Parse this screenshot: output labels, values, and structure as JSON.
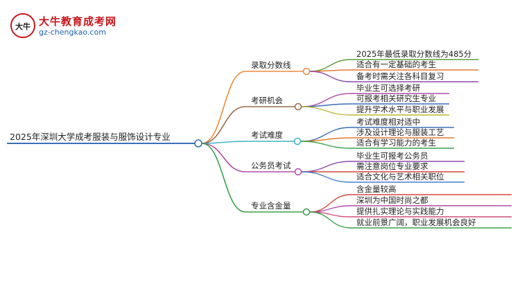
{
  "logo": {
    "title": "大牛教育成考网",
    "url": "gz-chengkao.com",
    "mark_text": "大牛"
  },
  "root": {
    "label": "2025年深圳大学成考服装与服饰设计专业",
    "color": "#3b6fb6"
  },
  "branches": [
    {
      "label": "录取分数线",
      "color": "#ee8a3c",
      "children": [
        {
          "label": "2025年最低录取分数线为485分",
          "color": "#5a9e3a"
        },
        {
          "label": "适合有一定基础的考生",
          "color": "#e27a2f"
        },
        {
          "label": "备考时需关注各科目复习",
          "color": "#8e4aa8"
        }
      ]
    },
    {
      "label": "考研机会",
      "color": "#9a6a4a",
      "children": [
        {
          "label": "毕业生可选择考研",
          "color": "#b04aa8"
        },
        {
          "label": "可报考相关研究生专业",
          "color": "#3b6fb6"
        },
        {
          "label": "提升学术水平与职业发展",
          "color": "#b8b830"
        }
      ]
    },
    {
      "label": "考试难度",
      "color": "#3cb4c4",
      "children": [
        {
          "label": "考试难度相对适中",
          "color": "#3b6fb6"
        },
        {
          "label": "涉及设计理论与服装工艺",
          "color": "#e27a2f"
        },
        {
          "label": "适合有学习能力的考生",
          "color": "#3aa04a"
        }
      ]
    },
    {
      "label": "公务员考试",
      "color": "#b04aa8",
      "children": [
        {
          "label": "毕业生可报考公务员",
          "color": "#8e4aa8"
        },
        {
          "label": "需注意岗位专业要求",
          "color": "#d0463a"
        },
        {
          "label": "适合文化与艺术相关职位",
          "color": "#4a7fd0"
        }
      ]
    },
    {
      "label": "专业含金量",
      "color": "#3aa04a",
      "children": [
        {
          "label": "含金量较高",
          "color": "#d0463a"
        },
        {
          "label": "深圳为中国时尚之都",
          "color": "#b04aa8"
        },
        {
          "label": "提供扎实理论与实践能力",
          "color": "#d04a7a"
        },
        {
          "label": "就业前景广阔，职业发展机会良好",
          "color": "#3aa04a"
        }
      ]
    }
  ]
}
